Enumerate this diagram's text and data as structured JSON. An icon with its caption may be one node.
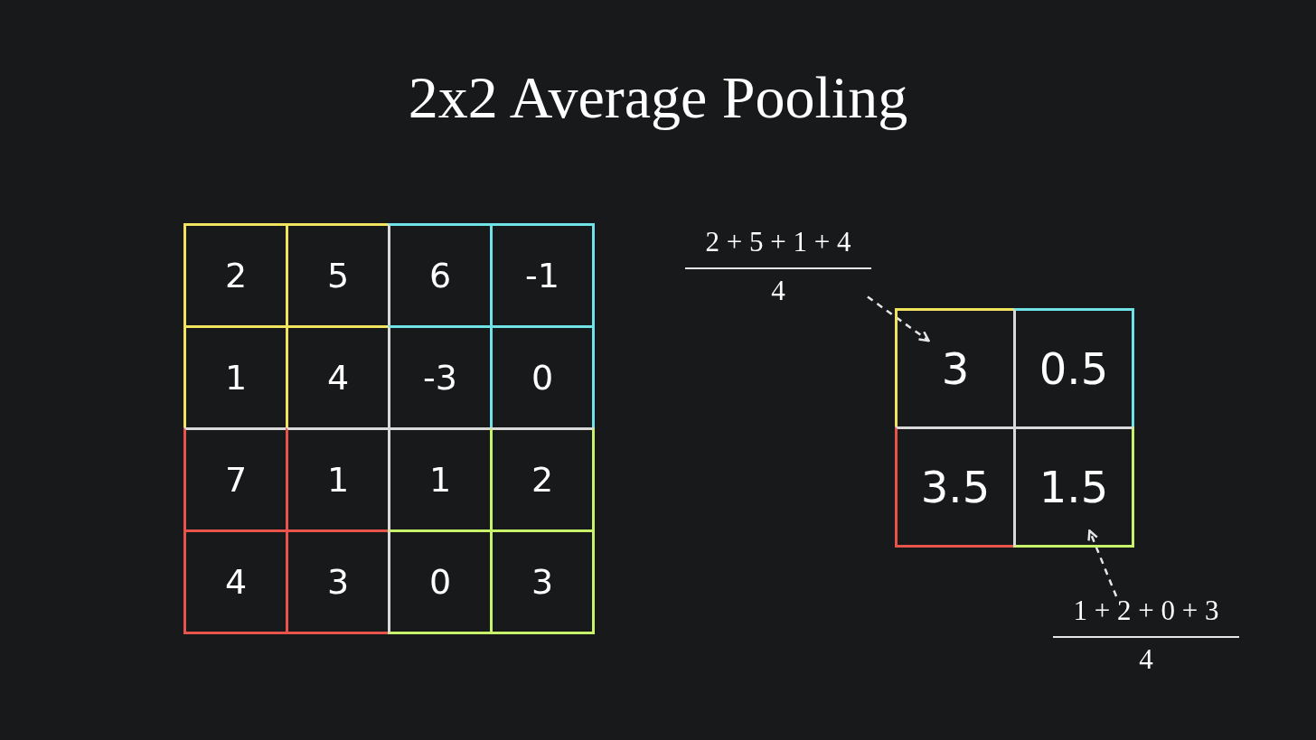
{
  "diagram": {
    "title": "2x2 Average Pooling",
    "nodes": [
      {
        "text": [
          "2"
        ]
      },
      {
        "text": [
          "5"
        ]
      },
      {
        "text": [
          "6"
        ]
      },
      {
        "text": [
          "-1"
        ]
      },
      {
        "text": [
          "1"
        ]
      },
      {
        "text": [
          "4"
        ]
      },
      {
        "text": [
          "-3"
        ]
      },
      {
        "text": [
          "0"
        ]
      },
      {
        "text": [
          "7"
        ]
      },
      {
        "text": [
          "1"
        ]
      },
      {
        "text": [
          "1"
        ]
      },
      {
        "text": [
          "2"
        ]
      },
      {
        "text": [
          "4"
        ]
      },
      {
        "text": [
          "3"
        ]
      },
      {
        "text": [
          "0"
        ]
      },
      {
        "text": [
          "3"
        ]
      },
      {
        "text": [
          "3"
        ]
      },
      {
        "text": [
          "0.5"
        ]
      },
      {
        "text": [
          "3.5"
        ]
      },
      {
        "text": [
          "1.5"
        ]
      },
      {
        "text": [
          "2 + 5 + 1 + 4",
          "4"
        ]
      },
      {
        "text": [
          "1 + 2 + 0 + 3",
          "4"
        ]
      }
    ],
    "edges": [
      {
        "from": 20,
        "to": 16,
        "arrow": "to",
        "style": "dashed"
      },
      {
        "from": 21,
        "to": 19,
        "arrow": "to",
        "style": "dashed"
      }
    ]
  }
}
